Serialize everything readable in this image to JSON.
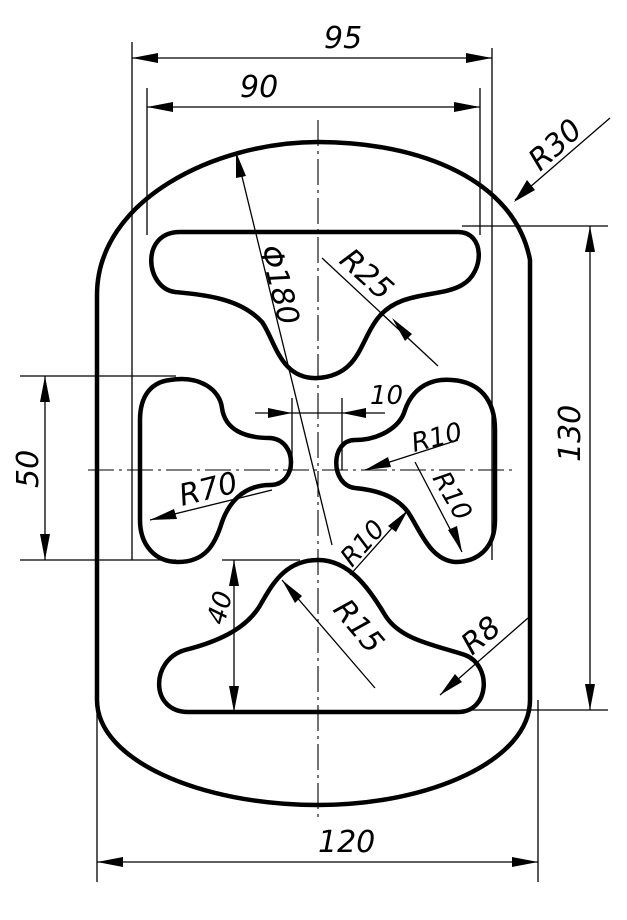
{
  "dimensions": {
    "width_95": "95",
    "width_90": "90",
    "radius_r30": "R30",
    "diameter_180": "Φ180",
    "radius_r25": "R25",
    "height_130": "130",
    "gap_10": "10",
    "radius_r10_top": "R10",
    "radius_r10_right": "R10",
    "height_50": "50",
    "radius_r70": "R70",
    "radius_r10_bottom": "R10",
    "height_40": "40",
    "radius_r15": "R15",
    "radius_r8": "R8",
    "width_120": "120"
  },
  "colors": {
    "line": "#000000",
    "background": "#ffffff"
  }
}
